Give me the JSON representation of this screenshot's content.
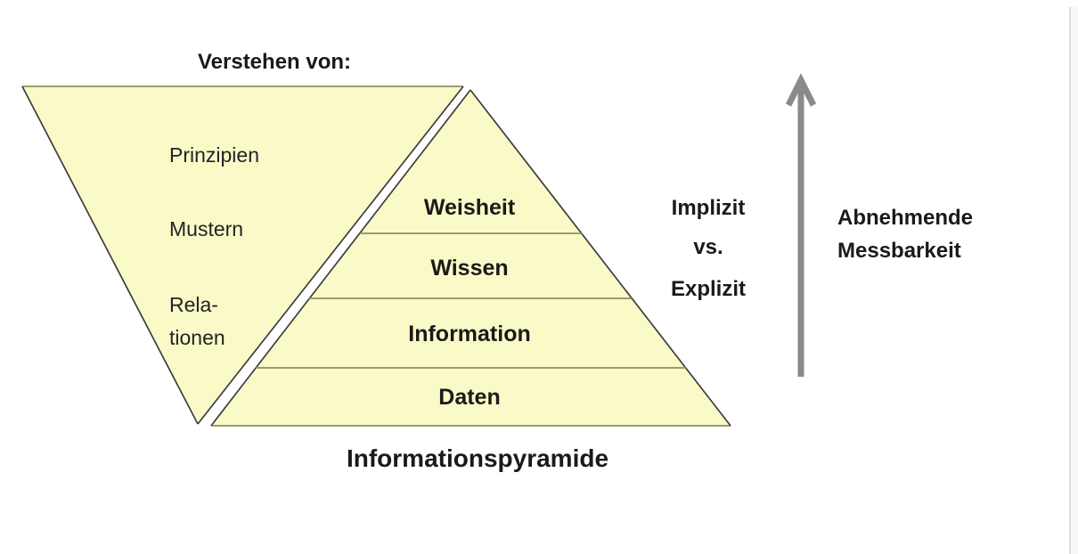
{
  "colors": {
    "shape_fill": "#fafac9",
    "shape_edge": "#3d3d3d",
    "horizontal_line": "#8e8e62",
    "arrow": "#8a8a8a",
    "text": "#1a1a1a",
    "page_background": "#ffffff",
    "right_margin_strip": "#f8f8f8",
    "right_margin_line": "#dcdcdc"
  },
  "funnel": {
    "title": "Verstehen von:",
    "items": [
      {
        "label": "Prinzipien"
      },
      {
        "label": "Mustern"
      },
      {
        "label": "Rela-"
      },
      {
        "label": "tionen"
      }
    ]
  },
  "pyramid": {
    "caption": "Informationspyramide",
    "levels": [
      {
        "label": "Weisheit"
      },
      {
        "label": "Wissen"
      },
      {
        "label": "Information"
      },
      {
        "label": "Daten"
      }
    ]
  },
  "annotations": {
    "contrast": {
      "line1": "Implizit",
      "line2": "vs.",
      "line3": "Explizit"
    },
    "arrow_label": {
      "line1": "Abnehmende",
      "line2": "Messbarkeit"
    }
  }
}
